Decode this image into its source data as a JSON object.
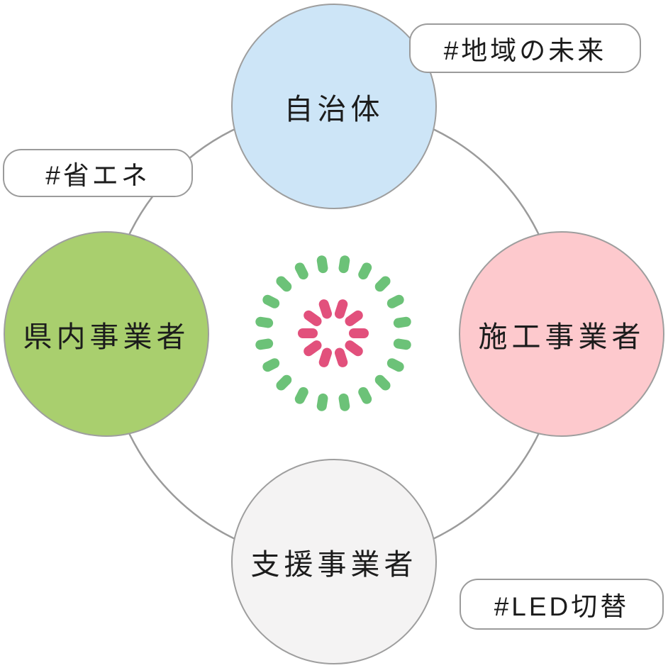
{
  "diagram": {
    "background": "#ffffff",
    "ring": {
      "color": "#9b9b9b",
      "stroke_width": 2.5
    },
    "nodes": [
      {
        "id": "municipality",
        "label": "自治体",
        "fill": "#cde5f7",
        "border": "#9e9e9e",
        "position": "top"
      },
      {
        "id": "contractor",
        "label": "施工事業者",
        "fill": "#fdc9cd",
        "border": "#9e9e9e",
        "position": "right"
      },
      {
        "id": "support",
        "label": "支援事業者",
        "fill": "#f4f3f3",
        "border": "#9e9e9e",
        "position": "bottom"
      },
      {
        "id": "local",
        "label": "県内事業者",
        "fill": "#a9cf6e",
        "border": "#9e9e9e",
        "position": "left"
      }
    ],
    "tags": [
      {
        "id": "region-future",
        "label": "#地域の未来",
        "position": "top-right"
      },
      {
        "id": "energy-saving",
        "label": "#省エネ",
        "position": "left"
      },
      {
        "id": "led-switch",
        "label": "#LED切替",
        "position": "bottom-right"
      }
    ],
    "burst": {
      "outer_ring": {
        "count": 20,
        "color": "#6cc278",
        "offset_deg": 9,
        "r_inner": 93,
        "r_outer": 104,
        "stroke_width": 14
      },
      "inner_ring": {
        "count": 10,
        "color": "#e2507c",
        "offset_deg": 0,
        "r_inner": 29,
        "r_outer": 43,
        "stroke_width": 14
      }
    }
  }
}
